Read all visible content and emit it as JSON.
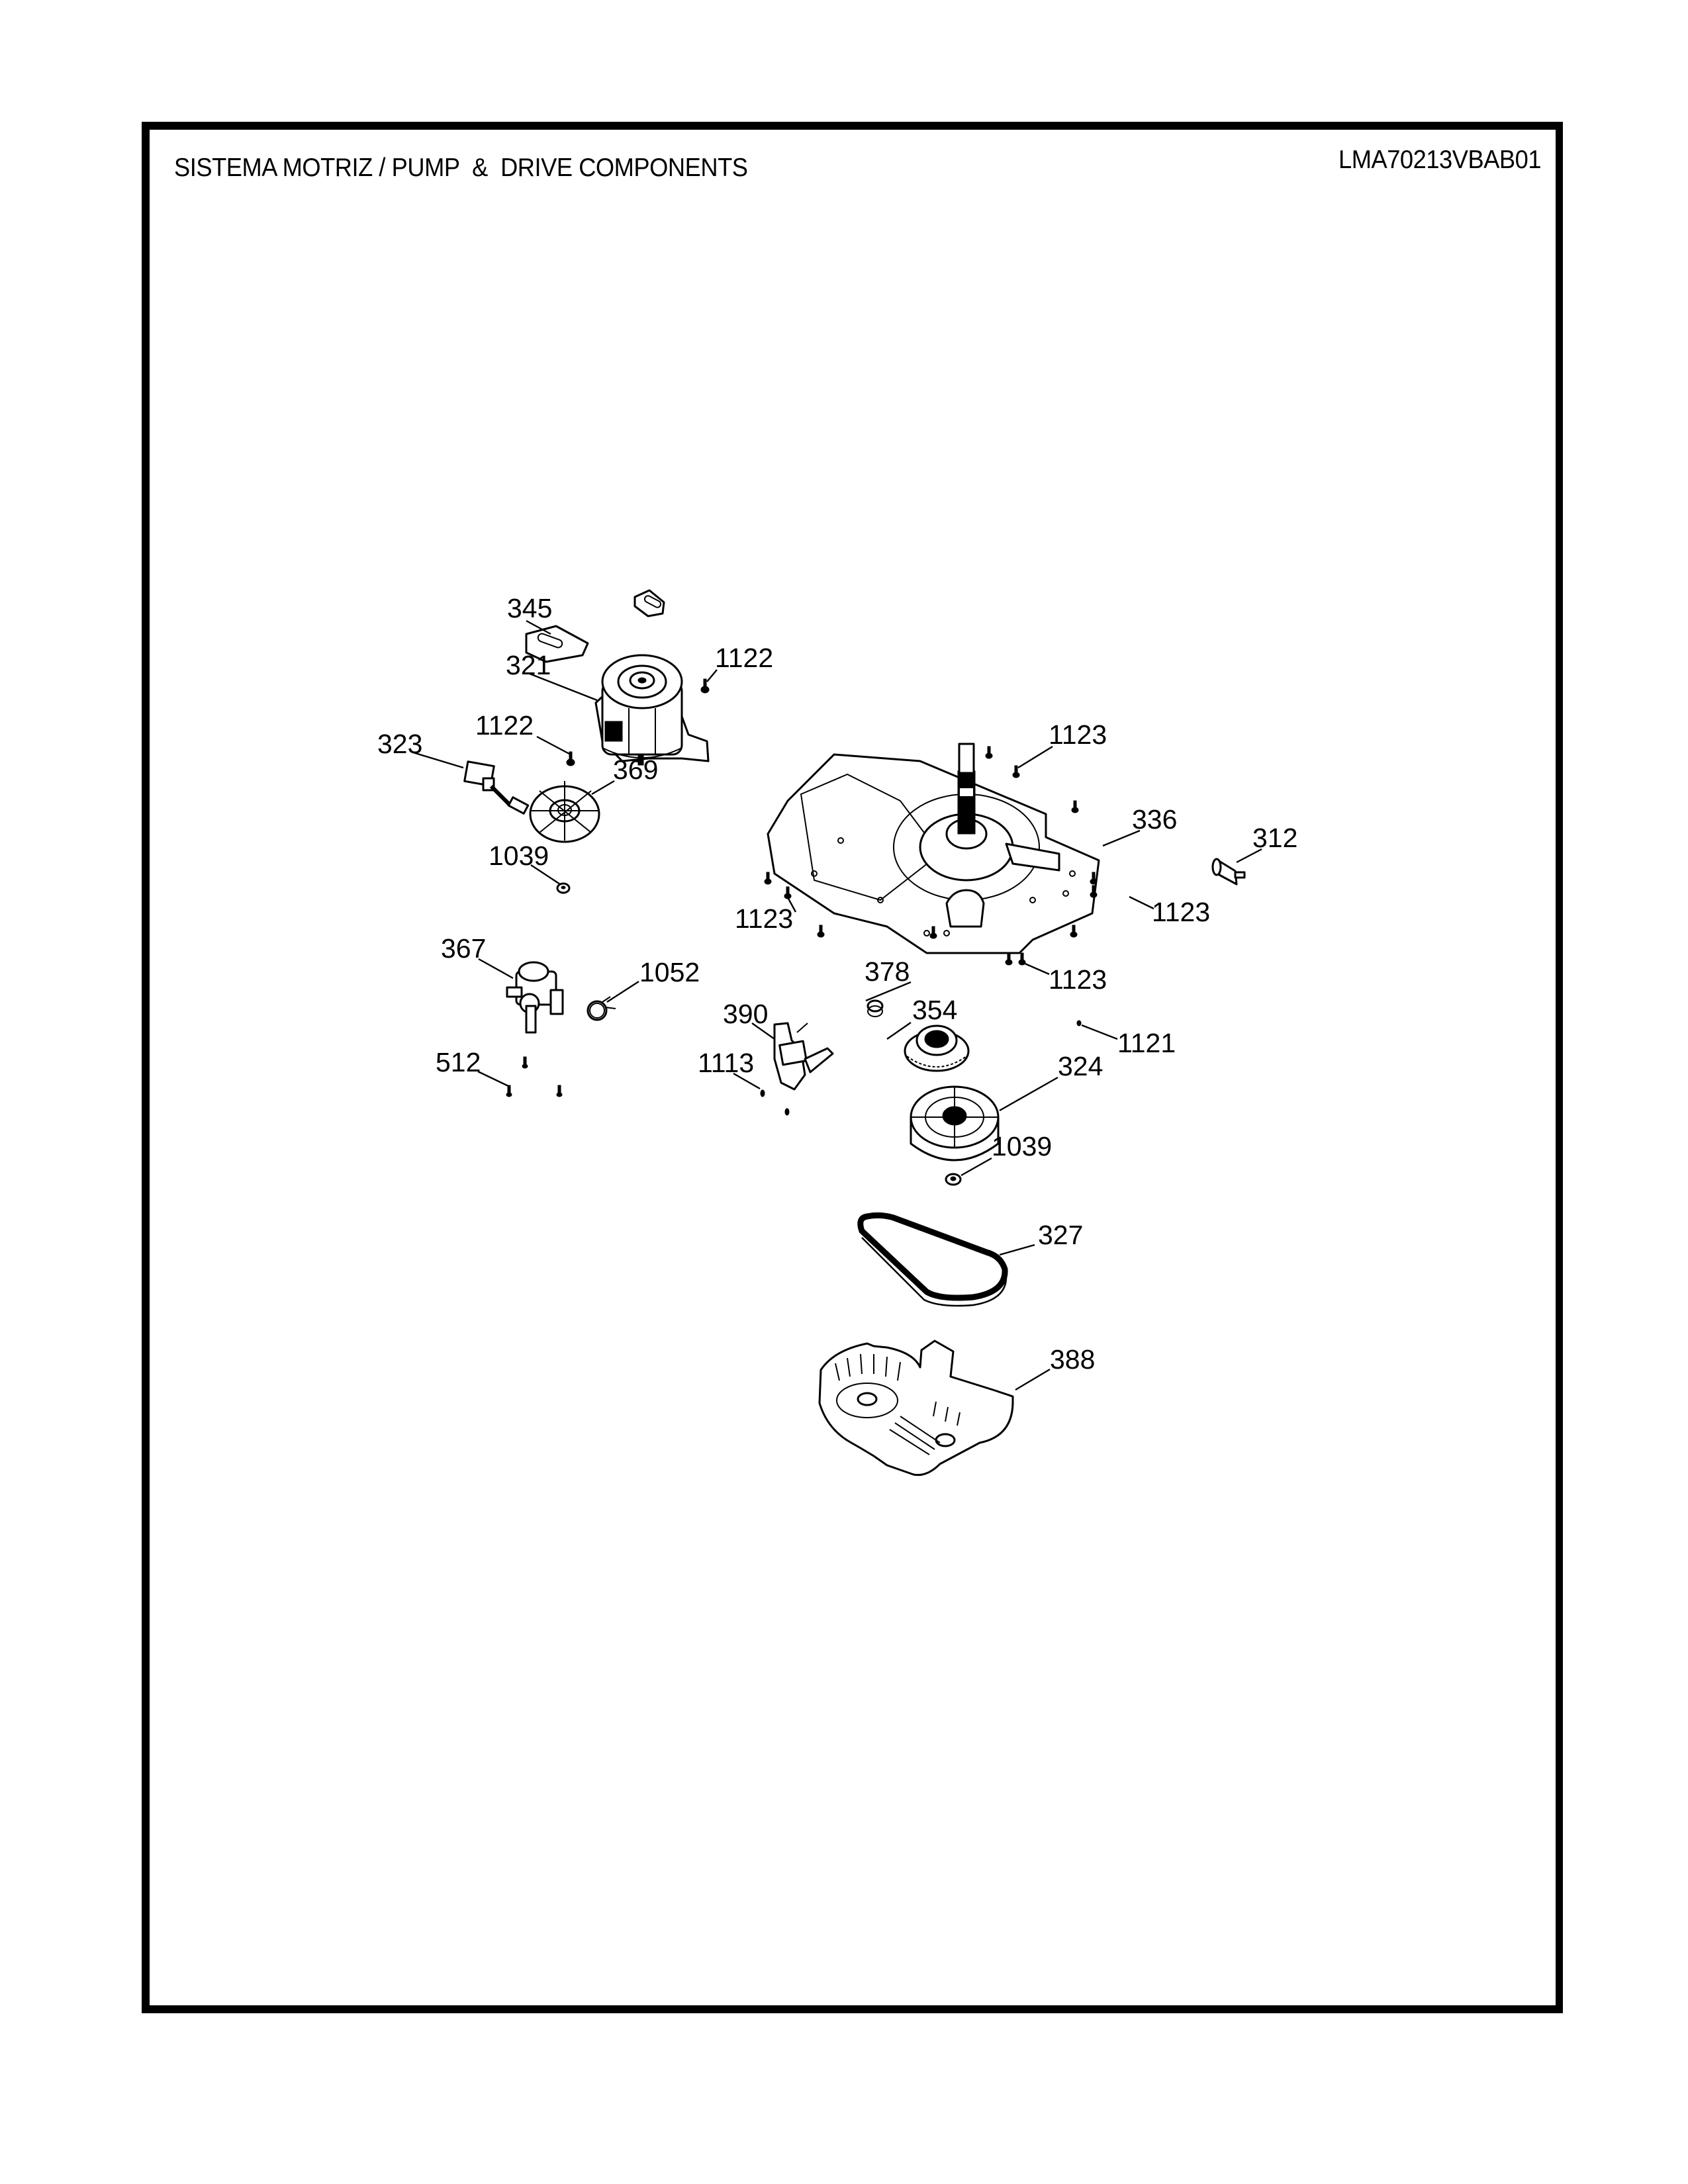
{
  "header": {
    "title": "SISTEMA MOTRIZ / PUMP  &  DRIVE COMPONENTS",
    "model_code": "LMA70213VBAB01"
  },
  "callouts": {
    "c345": "345",
    "c321": "321",
    "c1122_a": "1122",
    "c1122_b": "1122",
    "c323": "323",
    "c369": "369",
    "c1039_a": "1039",
    "c1123_a": "1123",
    "c336": "336",
    "c312": "312",
    "c1123_b": "1123",
    "c1123_c": "1123",
    "c1123_d": "1123",
    "c367": "367",
    "c1052": "1052",
    "c378": "378",
    "c390": "390",
    "c354": "354",
    "c1121": "1121",
    "c512": "512",
    "c1113": "1113",
    "c324": "324",
    "c1039_b": "1039",
    "c327": "327",
    "c388": "388"
  },
  "parts": [
    {
      "number": "345",
      "icon": "motor-mount-pad-icon"
    },
    {
      "number": "321",
      "icon": "motor-icon"
    },
    {
      "number": "1122",
      "icon": "screw-icon"
    },
    {
      "number": "323",
      "icon": "wire-harness-icon"
    },
    {
      "number": "369",
      "icon": "fan-pulley-icon"
    },
    {
      "number": "1039",
      "icon": "nut-icon"
    },
    {
      "number": "1123",
      "icon": "screw-icon"
    },
    {
      "number": "336",
      "icon": "transmission-base-plate-icon"
    },
    {
      "number": "312",
      "icon": "capacitor-icon"
    },
    {
      "number": "367",
      "icon": "drain-pump-icon"
    },
    {
      "number": "1052",
      "icon": "hose-clamp-icon"
    },
    {
      "number": "378",
      "icon": "spring-icon"
    },
    {
      "number": "390",
      "icon": "actuator-icon"
    },
    {
      "number": "354",
      "icon": "clutch-gear-icon"
    },
    {
      "number": "1121",
      "icon": "screw-icon"
    },
    {
      "number": "512",
      "icon": "screw-icon"
    },
    {
      "number": "1113",
      "icon": "screw-icon"
    },
    {
      "number": "324",
      "icon": "drive-pulley-icon"
    },
    {
      "number": "327",
      "icon": "drive-belt-icon"
    },
    {
      "number": "388",
      "icon": "pulley-cover-icon"
    }
  ]
}
